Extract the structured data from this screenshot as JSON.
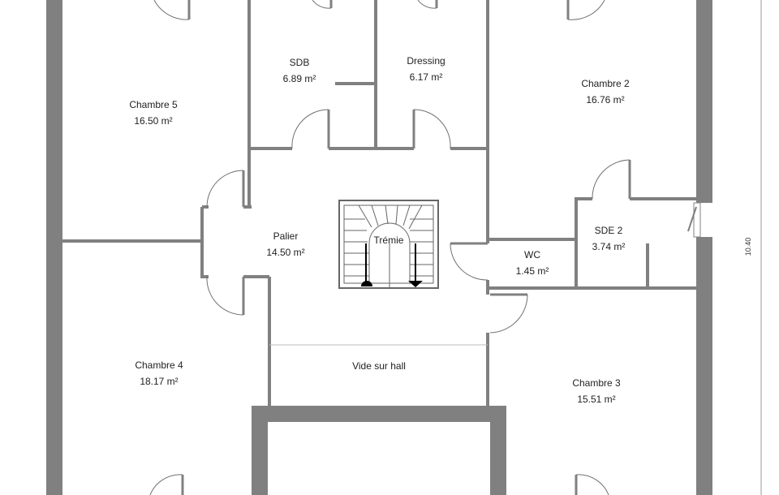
{
  "rooms": {
    "chambre5": {
      "name": "Chambre 5",
      "area": "16.50 m²"
    },
    "sdb": {
      "name": "SDB",
      "area": "6.89 m²"
    },
    "dressing": {
      "name": "Dressing",
      "area": "6.17 m²"
    },
    "chambre2": {
      "name": "Chambre 2",
      "area": "16.76 m²"
    },
    "palier": {
      "name": "Palier",
      "area": "14.50 m²"
    },
    "tremie": {
      "name": "Trémie"
    },
    "wc": {
      "name": "WC",
      "area": "1.45 m²"
    },
    "sde2": {
      "name": "SDE 2",
      "area": "3.74 m²"
    },
    "chambre4": {
      "name": "Chambre 4",
      "area": "18.17 m²"
    },
    "vide": {
      "name": "Vide sur hall"
    },
    "chambre3": {
      "name": "Chambre 3",
      "area": "15.51 m²"
    }
  },
  "dimensions": {
    "right_side": "10.40"
  },
  "colors": {
    "wall": "#808080",
    "line": "#333333",
    "background": "#ffffff"
  }
}
